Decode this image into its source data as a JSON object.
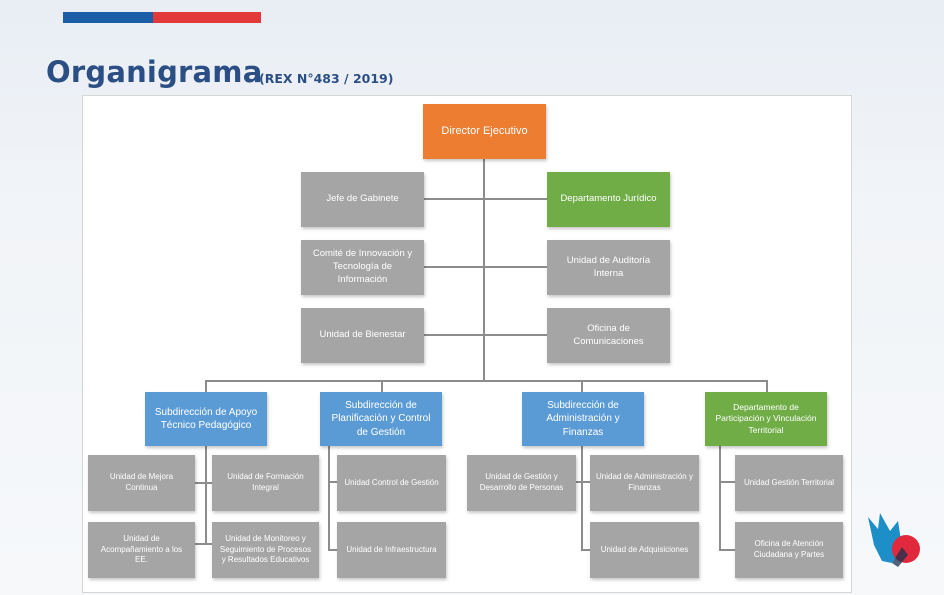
{
  "header": {
    "title": "Organigrama",
    "subtitle": "(REX N°483 / 2019)"
  },
  "colors": {
    "title": "#2b4f84",
    "flag_blue": "#1b5ea8",
    "flag_red": "#e23a3a",
    "orange": "#ed7d31",
    "green": "#70ad47",
    "blue": "#5b9bd5",
    "gray": "#a5a5a5",
    "logo_blue": "#1c8ec8",
    "logo_red": "#e2283c"
  },
  "org": {
    "director": "Director Ejecutivo",
    "staff_left": [
      "Jefe de Gabinete",
      "Comité de Innovación y Tecnología de Información",
      "Unidad de Bienestar"
    ],
    "staff_right": [
      "Departamento Jurídico",
      "Unidad de Auditoría Interna",
      "Oficina de Comunicaciones"
    ],
    "divisions": [
      {
        "name": "Subdirección de Apoyo Técnico Pedagógico",
        "units": [
          "Unidad de Mejora Continua",
          "Unidad de Formación Integral",
          "Unidad de Acompañamiento a los EE.",
          "Unidad de Monitoreo y Seguimiento de Procesos y Resultados Educativos"
        ]
      },
      {
        "name": "Subdirección de Planificación y Control de Gestión",
        "units": [
          "Unidad Control de Gestión",
          "Unidad de Infraestructura"
        ]
      },
      {
        "name": "Subdirección de Administración y Finanzas",
        "units": [
          "Unidad de Gestión y Desarrollo de Personas",
          "Unidad de Administración y Finanzas",
          "Unidad de Adquisiciones"
        ]
      },
      {
        "name": "Departamento de Participación y Vinculación Territorial",
        "units": [
          "Unidad Gestión Territorial",
          "Oficina de Atención Ciudadana y Partes"
        ]
      }
    ]
  }
}
